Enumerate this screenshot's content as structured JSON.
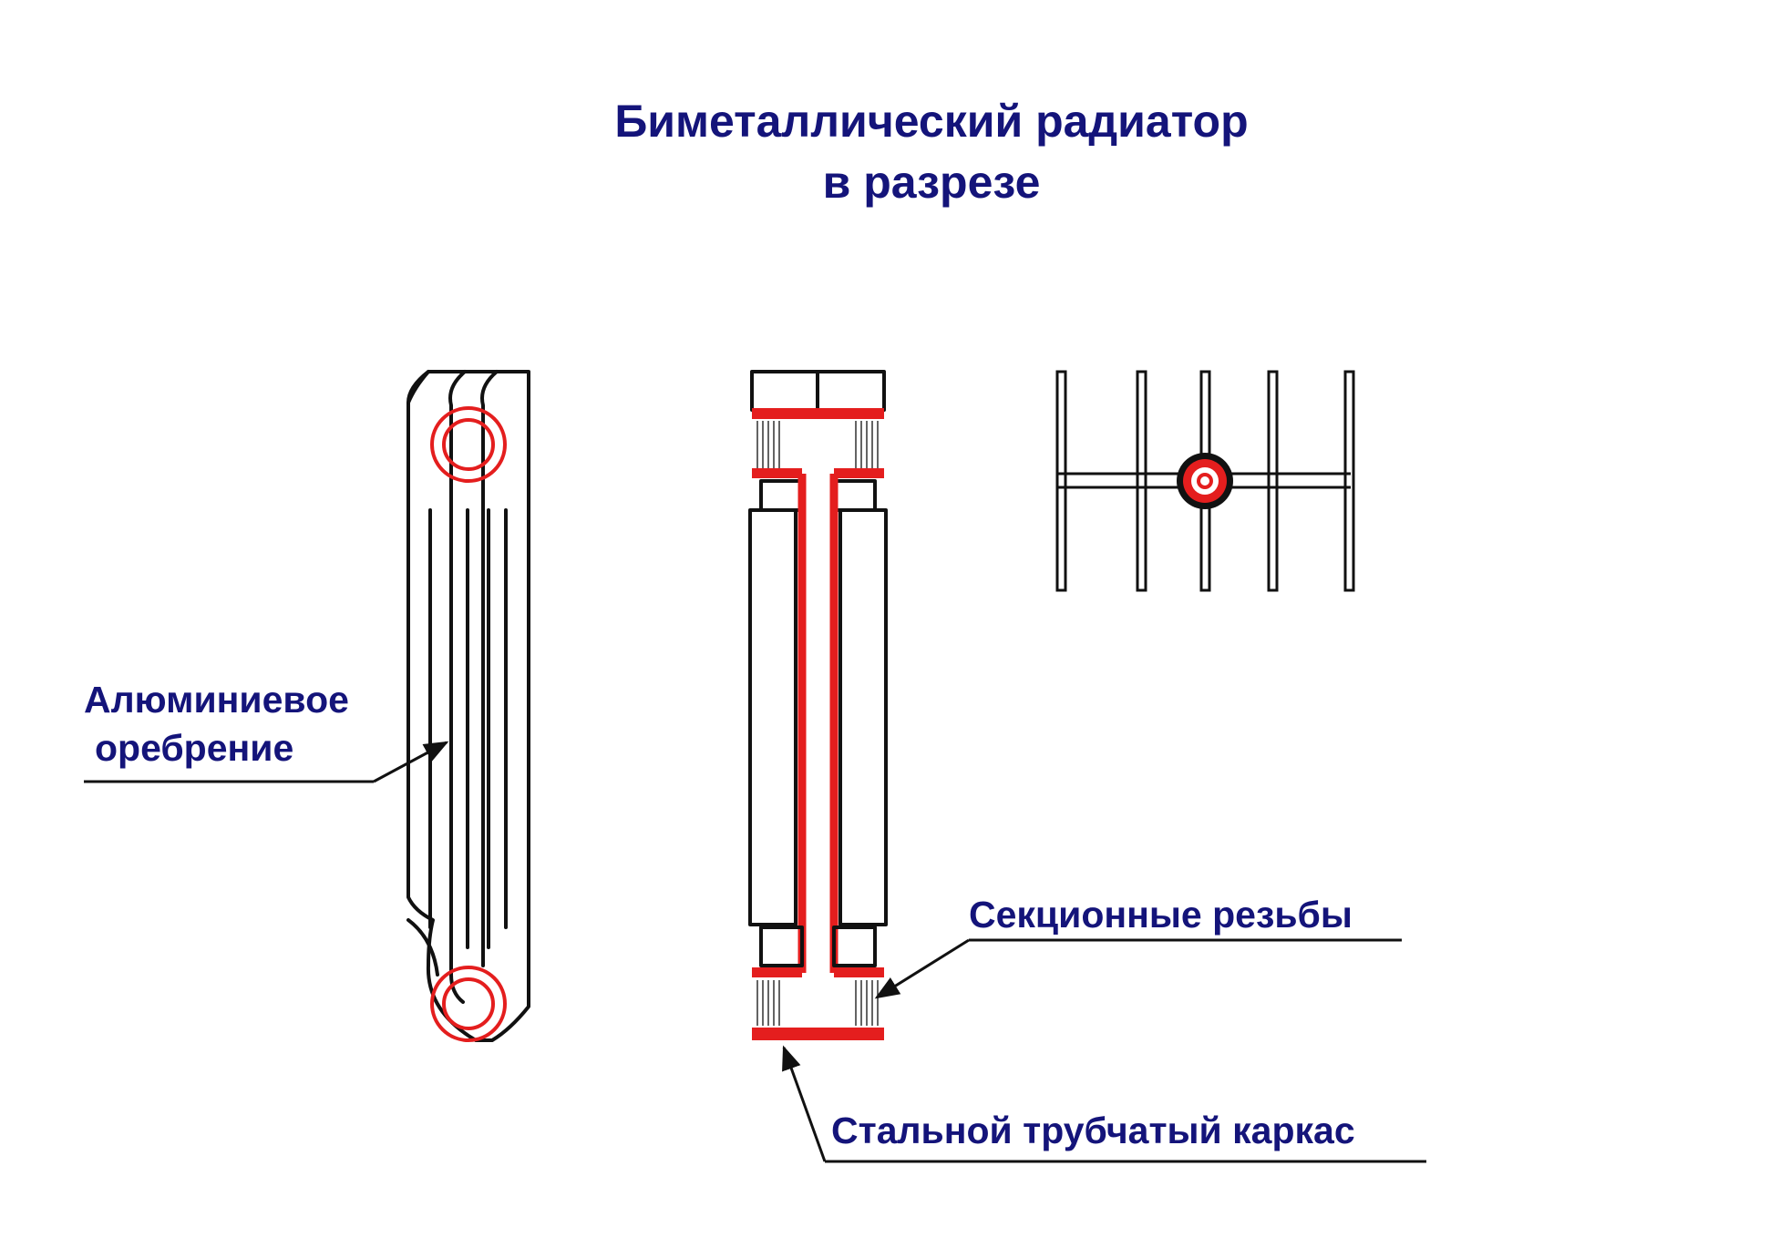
{
  "title": {
    "line1": "Биметаллический радиатор",
    "line2": "в разрезе"
  },
  "labels": {
    "aluminum_fins": {
      "line1": "Алюминиевое",
      "line2": "оребрение"
    },
    "section_threads": "Секционные резьбы",
    "steel_frame": "Стальной трубчатый каркас"
  },
  "colors": {
    "text": "#14147a",
    "line": "#111111",
    "steel": "#e41e1e",
    "background": "#ffffff"
  }
}
